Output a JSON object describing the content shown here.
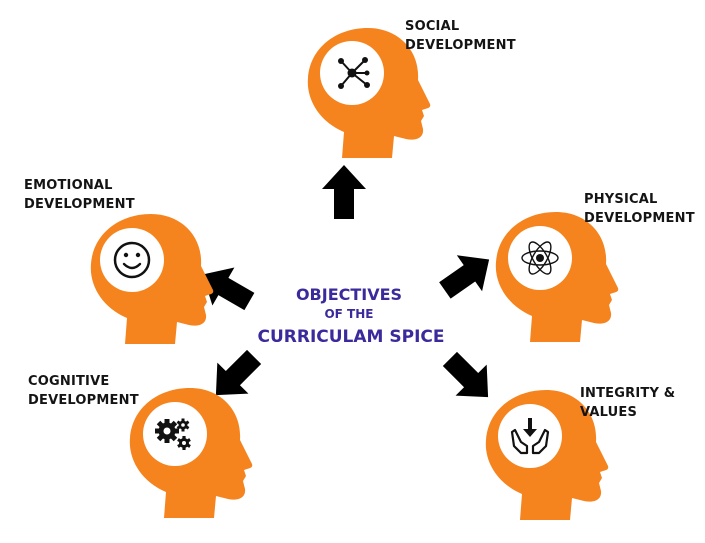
{
  "diagram": {
    "center": {
      "line1": "OBJECTIVES",
      "line2": "OF THE",
      "line3": "CURRICULAM SPICE",
      "color": "#3a2a9c"
    },
    "colors": {
      "head": "#f5841f",
      "circle": "#ffffff",
      "icon": "#111111",
      "arrow": "#000000"
    },
    "nodes": {
      "social": {
        "line1": "SOCIAL",
        "line2": "DEVELOPMENT",
        "icon": "network-icon"
      },
      "emotional": {
        "line1": "EMOTIONAL",
        "line2": "DEVELOPMENT",
        "icon": "smiley-icon"
      },
      "physical": {
        "line1": "PHYSICAL",
        "line2": "DEVELOPMENT",
        "icon": "atom-icon"
      },
      "cognitive": {
        "line1": "COGNITIVE",
        "line2": "DEVELOPMENT",
        "icon": "gears-icon"
      },
      "integrity": {
        "line1": "INTEGRITY &",
        "line2": "VALUES",
        "icon": "hands-icon"
      }
    }
  }
}
